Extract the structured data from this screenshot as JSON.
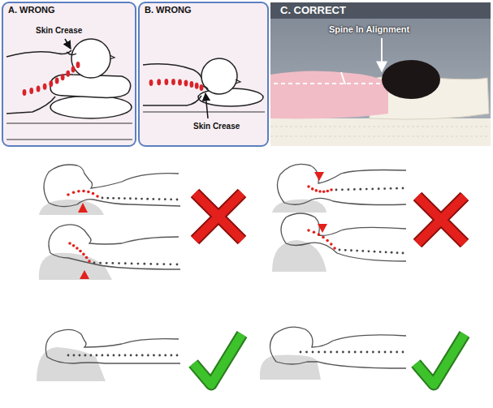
{
  "diagram": {
    "nodes": [
      {
        "text": [
          "A. WRONG",
          "Skin Crease"
        ]
      },
      {
        "text": [
          "B. WRONG",
          "Skin Crease"
        ]
      },
      {
        "text": [
          "C. CORRECT",
          "Spine In Alignment"
        ]
      }
    ]
  }
}
